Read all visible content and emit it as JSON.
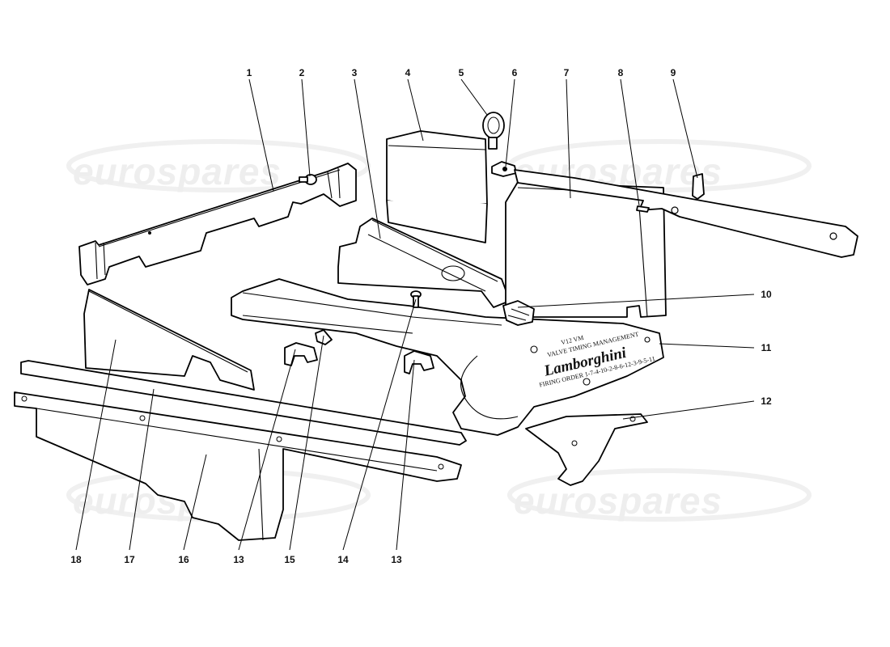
{
  "watermark": {
    "text": "eurospares"
  },
  "decal": {
    "line1": "V12 VM",
    "line2": "VALVE TIMING MANAGEMENT",
    "logo": "Lamborghini",
    "firing_order": "FIRING ORDER 1-7-4-10-2-8-6-12-3-9-5-11"
  },
  "callouts": [
    {
      "id": "c1",
      "label": "1"
    },
    {
      "id": "c2",
      "label": "2"
    },
    {
      "id": "c3",
      "label": "3"
    },
    {
      "id": "c4",
      "label": "4"
    },
    {
      "id": "c5",
      "label": "5"
    },
    {
      "id": "c6",
      "label": "6"
    },
    {
      "id": "c7",
      "label": "7"
    },
    {
      "id": "c8",
      "label": "8"
    },
    {
      "id": "c9",
      "label": "9"
    },
    {
      "id": "c10",
      "label": "10"
    },
    {
      "id": "c11",
      "label": "11"
    },
    {
      "id": "c12",
      "label": "12"
    },
    {
      "id": "c13a",
      "label": "13"
    },
    {
      "id": "c13b",
      "label": "13"
    },
    {
      "id": "c14",
      "label": "14"
    },
    {
      "id": "c15",
      "label": "15"
    },
    {
      "id": "c16",
      "label": "16"
    },
    {
      "id": "c17",
      "label": "17"
    },
    {
      "id": "c18",
      "label": "18"
    }
  ]
}
